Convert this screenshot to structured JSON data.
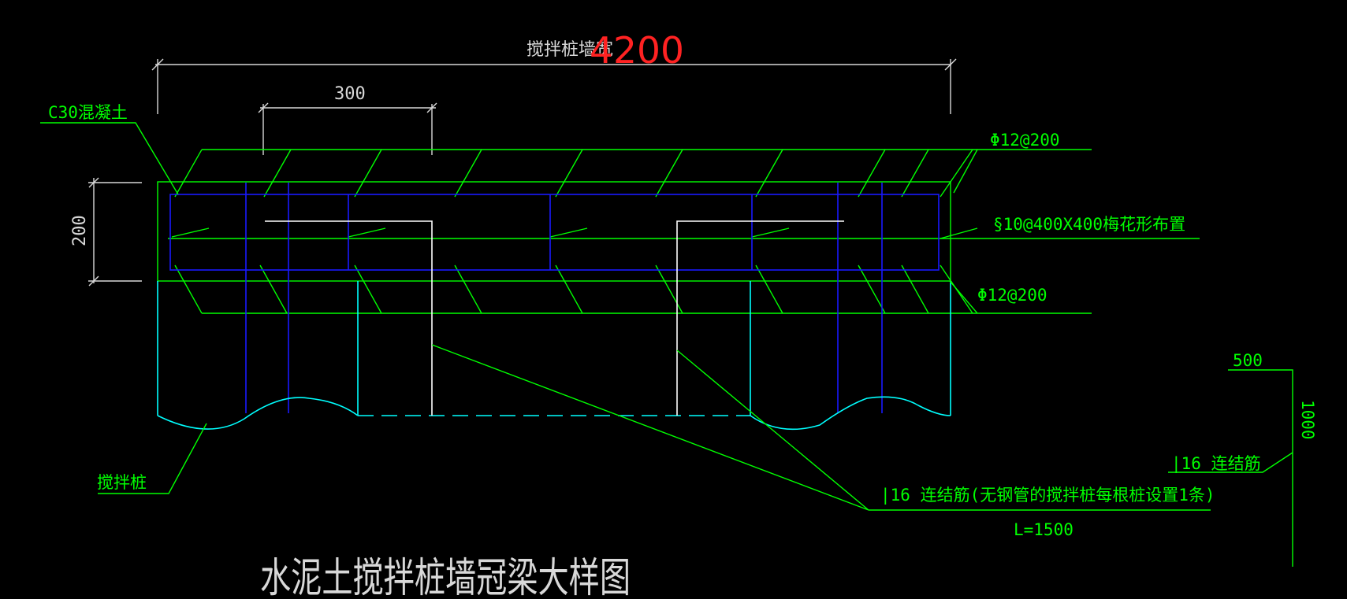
{
  "title": "水泥土搅拌桩墙冠梁大样图",
  "dimensions": {
    "wall_width_label": "搅拌桩墙宽",
    "wall_width_value": "4200",
    "spacing": "300",
    "beam_height": "200",
    "detail_width": "500",
    "detail_height": "1000"
  },
  "labels": {
    "concrete": "C30混凝土",
    "top_rebar": "Φ12@200",
    "tie_rebar": "§10@400X400梅花形布置",
    "bottom_rebar": "Φ12@200",
    "pile": "搅拌桩",
    "connector": "|16 连结筋(无钢管的搅拌桩每根桩设置1条)",
    "connector_length": "L=1500",
    "detail_connector": "|16 连结筋"
  },
  "colors": {
    "background": "#000000",
    "annotation": "#00ff00",
    "rebar": "#0000ff",
    "pile_outline": "#00ffff",
    "connector_bar": "#ffffff",
    "dimension_text": "#d8d8d8",
    "highlight": "#ff2222"
  }
}
